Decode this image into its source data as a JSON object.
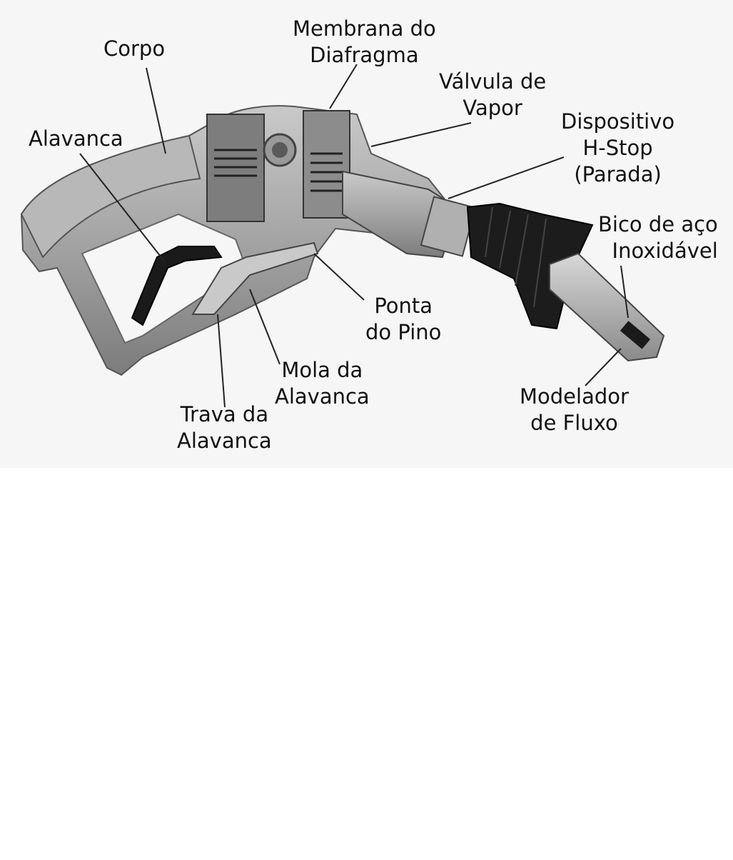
{
  "labels": {
    "corpo": [
      "Corpo"
    ],
    "membrana": [
      "Membrana do",
      "Diafragma"
    ],
    "valvula": [
      "Válvula de",
      "Vapor"
    ],
    "hstop": [
      "Dispositivo",
      "H-Stop",
      "(Parada)"
    ],
    "alavanca": [
      "Alavanca"
    ],
    "bico": [
      "Bico de aço",
      "Inoxidável"
    ],
    "ponta": [
      "Ponta",
      "do Pino"
    ],
    "mola": [
      "Mola da",
      "Alavanca"
    ],
    "trava": [
      "Trava da",
      "Alavanca"
    ],
    "modelador": [
      "Modelador",
      "de Fluxo"
    ]
  },
  "colors": {
    "background": "#ffffff",
    "metal": "#a9a9a9",
    "metal_dark": "#6e6e6e",
    "rubber": "#1a1a1a",
    "label_text": "#111111",
    "leader": "#222222"
  }
}
